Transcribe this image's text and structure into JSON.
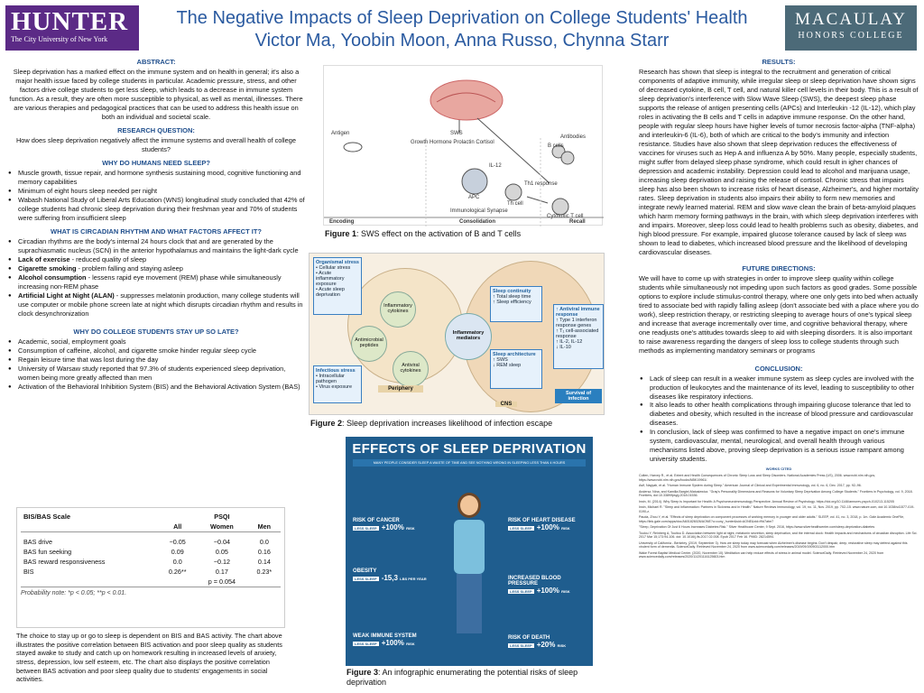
{
  "header": {
    "logo_left": "HUNTER",
    "logo_left_sub": "The City University of New York",
    "title": "The Negative Impacts of Sleep Deprivation on College Students' Health",
    "authors": "Victor Ma, Yoobin Moon, Anna Russo, Chynna Starr",
    "logo_right": "MACAULAY",
    "logo_right_sub": "HONORS COLLEGE"
  },
  "abstract": {
    "heading": "ABSTRACT:",
    "text": "Sleep deprivation has a marked effect on the immune system and on health in general; it's also a major health issue faced by college students in particular. Academic pressure, stress, and other factors drive college students to get less sleep, which leads to a decrease in immune system function. As a result, they are often more susceptible to physical, as well as mental, illnesses. There are various therapies and pedagogical practices that can be used to address this health issue on both an individual and societal scale."
  },
  "research": {
    "heading": "RESEARCH QUESTION:",
    "text": "How does sleep deprivation negatively affect the immune systems and overall health of college students?"
  },
  "why": {
    "heading": "WHY DO HUMANS NEED SLEEP?",
    "items": [
      "Muscle growth, tissue repair, and hormone synthesis sustaining mood, cognitive functioning and memory capabilities",
      "Minimum of eight hours sleep needed per night",
      "Wabash National Study of Liberal Arts Education (WNS) longitudinal study concluded that 42% of college students had chronic sleep deprivation during their freshman year and 70% of students were suffering from insufficient sleep"
    ]
  },
  "circadian": {
    "heading": "WHAT IS CIRCADIAN RHYTHM AND WHAT FACTORS AFFECT IT?",
    "items": [
      {
        "b": "",
        "t": "Circadian rhythms are the body's internal 24 hours clock that and are generated by the suprachiasmatic nucleus (SCN) in the anterior hypothalamus and maintains the light-dark cycle"
      },
      {
        "b": "Lack of exercise",
        "t": " - reduced quality of sleep"
      },
      {
        "b": "Cigarette smoking",
        "t": " - problem falling and staying asleep"
      },
      {
        "b": "Alcohol consumption",
        "t": " - lessens rapid eye movement (REM) phase while simultaneously increasing non-REM phase"
      },
      {
        "b": "Artificial Light at Night (ALAN)",
        "t": " - suppresses melatonin production, many college students will use computer or mobile phone screen late at night which disrupts circadian rhythm and results in clock desynchronization"
      }
    ]
  },
  "late": {
    "heading": "WHY DO COLLEGE STUDENTS STAY UP SO LATE?",
    "items": [
      "Academic, social, employment goals",
      "Consumption of caffeine, alcohol, and cigarette smoke hinder regular sleep cycle",
      "Regain leisure time that was lost during the day",
      "University of Warsaw study reported that 97.3% of students experienced sleep deprivation, women being more greatly affected than men",
      "Activation of the Behavioral Inhibition System (BIS) and the Behavioral Activation System (BAS)"
    ]
  },
  "table": {
    "col1": "BIS/BAS Scale",
    "group": "PSQI",
    "cols": [
      "All",
      "Women",
      "Men"
    ],
    "rows": [
      [
        "BAS drive",
        "−0.05",
        "−0.04",
        "0.0"
      ],
      [
        "BAS fun seeking",
        "0.09",
        "0.05",
        "0.16"
      ],
      [
        "BAS reward responsiveness",
        "0.0",
        "−0.12",
        "0.14"
      ],
      [
        "BIS",
        "0.26**",
        "0.17",
        "0.23*"
      ]
    ],
    "pnote": "p = 0.054",
    "note": "Probability note: *p < 0.05; **p < 0.01."
  },
  "bis_text": "The choice to stay up or go to sleep is dependent on BIS and BAS activity. The chart above illustrates the positive correlation between BIS activation and poor sleep quality as students stayed awake to study and catch up on homework resulting in increased levels of anxiety, stress, depression, low self esteem, etc. The chart also displays the positive correlation between BAS activation and poor sleep quality due to students' engagements in social activities.",
  "fig1": {
    "caption_b": "Figure 1",
    "caption": ": SWS effect on the activation of B and T cells",
    "labels": {
      "antigen": "Antigen",
      "sws": "SWS",
      "hormones": "Growth Hormone  Prolactin  Cortisol",
      "il12": "IL-12",
      "apc": "APC",
      "th": "Th cell",
      "th1": "Th1 response",
      "synapse": "Immunological Synapse",
      "antibodies": "Antibodies",
      "bcells": "B cells",
      "ctc": "Cytotoxic T cell",
      "encoding": "Encoding",
      "consolidation": "Consolidation",
      "recall": "Recall"
    }
  },
  "fig2": {
    "caption_b": "Figure 2",
    "caption": ": Sleep deprivation increases likelihood of infection escape",
    "org_title": "Organismal stress",
    "org_items": [
      "• Cellular stress",
      "• Acute inflammatory exposure",
      "• Acute sleep deprivation"
    ],
    "inf_title": "Infectious stress",
    "inf_items": [
      "• Intracellular pathogen",
      "• Virus exposure"
    ],
    "periphery": "Periphery",
    "cyto": "Inflammatory cytokines",
    "anti": "Antimicrobial peptides",
    "antiv": "Antiviral cytokines",
    "med": "Inflammatory mediators",
    "cont_title": "Sleep continuity",
    "cont_items": [
      "↑ Total sleep time",
      "↑ Sleep efficiency"
    ],
    "arch_title": "Sleep architecture",
    "arch_items": [
      "↑ SWS",
      "↓ REM sleep"
    ],
    "av_title": "↑ Antiviral immune response",
    "av_items": [
      "↑ Type 1 interferon response genes",
      "↑ T₁ cell-associated response",
      "↑ IL-2, IL-12",
      "↓ IL-10"
    ],
    "cns": "CNS",
    "survival": "Survival of infection"
  },
  "fig3": {
    "title": "EFFECTS OF SLEEP DEPRIVATION",
    "subtitle": "MANY PEOPLE CONSIDER SLEEP A WASTE OF TIME AND SEE NOTHING WRONG IN SLEEPING LESS THAN 4 HOURS",
    "tiles": [
      {
        "name": "RISK OF CANCER",
        "val": "+100%",
        "unit": "RISK"
      },
      {
        "name": "OBESITY",
        "val": "-15,3",
        "unit": "LBS PER YEAR"
      },
      {
        "name": "WEAK IMMUNE SYSTEM",
        "val": "+100%",
        "unit": "RISK"
      },
      {
        "name": "RISK OF HEART DISEASE",
        "val": "+100%",
        "unit": "RISK"
      },
      {
        "name": "INCREASED BLOOD PRESSURE",
        "val": "+100%",
        "unit": "RISK"
      },
      {
        "name": "RISK OF DEATH",
        "val": "+20%",
        "unit": "RISK"
      }
    ],
    "less": "LESS SLEEP",
    "caption_b": "Figure 3",
    "caption": ": An infographic enumerating the potential risks of sleep deprivation"
  },
  "results": {
    "heading": "RESULTS:",
    "text": "Research has shown that sleep is integral to the recruitment and generation of critical components of adaptive immunity, while irregular sleep or sleep deprivation have shown signs of decreased cytokine, B cell, T cell, and natural killer cell levels in their body. This is a result of sleep deprivation's interference with Slow Wave Sleep (SWS), the deepest sleep phase supports the release of antigen presenting cells (APCs) and Interleukin -12 (IL-12), which play roles in activating the B cells and T cells in adaptive immune response. On the other hand, people with regular sleep hours have higher levels of tumor necrosis factor-alpha (TNF-alpha) and interleukin-6 (IL-6), both of which are critical to the body's immunity and infection resistance. Studies have also shown that sleep deprivation reduces the effectiveness of vaccines for viruses such as Hep A and influenza A by 50%. Many people, especially students, might suffer from delayed sleep phase syndrome, which could result in igher chances of depression and academic instability. Depression could lead to alcohol and marijuana usage, increasing sleep deprivation and raising the release of cortisol. Chronic stress that impairs sleep has also been shown to increase risks of heart disease, Alzheimer's, and higher mortality rates. Sleep deprivation in students also impairs their ability to form new memories and integrate newly learned material. REM and slow wave clean the brain of beta-amyloid plaques which harm memory forming pathways in the brain, with which sleep deprivation interferes with and impairs. Moreover, sleep loss could lead to health problems such as obesity, diabetes, and high blood pressure. For example, impaired glucose tolerance caused by lack of sleep was shown to lead to diabetes, which increased blood pressure and the likelihood of developing cardiovascular diseases."
  },
  "future": {
    "heading": "FUTURE DIRECTIONS:",
    "text": "We will have to come up with strategies in order to improve sleep quality within college students while simultaneously not impeding upon such factors as good grades. Some possible options to explore include stimulus-control therapy, where one only gets into bed when actually tired to associate bed with rapidly falling asleep (don't associate bed with a place where you do work), sleep restriction therapy, or restricting sleeping to average hours of one's typical sleep and increase that average incrementally over time, and cognitive behavioral therapy, where one readjusts one's attitudes towards sleep to aid with sleeping disorders. It is also important to raise awareness regarding the dangers of sleep loss to college students through such methods as implementing mandatory seminars or programs"
  },
  "conclusion": {
    "heading": "CONCLUSION:",
    "items": [
      "Lack of sleep can result in a weaker immune system as sleep cycles are involved with the production of leukocytes and the maintenance of its level, leading to susceptibility to other diseases like respiratory infections.",
      "It also leads to other health complications through impairing glucose tolerance that led to diabetes and obesity, which resulted in the increase of blood pressure and cardiovascular diseases.",
      "In conclusion, lack of sleep was confirmed to have a negative impact on one's immune system, cardiovascular, mental, neurological, and overall health through various mechanisms listed above, proving sleep deprivation is a serious issue rampant among university students."
    ]
  },
  "works": {
    "heading": "WORKS CITED",
    "refs": [
      "Colten, Harvey R., et al. Extent and Health Consequences of Chronic Sleep Loss and Sleep Disorders. National Academies Press (US), 2006. www.ncbi.nlm.nih.gov, https://www.ncbi.nlm.nih.gov/books/NBK19961/.",
      "Asif, Nayyab, et al. \"Human Immune System during Sleep.\" American Journal of Clinical and Experimental Immunology, vol. 6, no. 6, Dec. 2017, pp. 92–96.",
      "Andersz, Nina, and Kamilla Bargiel-Matusiewicz. \"Gray's Personality Dimensions and Reasons for Voluntary Sleep Deprivation Among College Students.\" Frontiers in Psychology, vol. 9, 2018. Frontiers, doi:10.3389/fpsyg.2018.01536.",
      "Irwin, M. (2014). Why Sleep is Important for Health: A Psychoneuroimmunology Perspective. Annual Review of Psychology. https://doi.org/10.1146/annurev-psych-010213-115205",
      "Irwin, Michael R. \"Sleep and Inflammation: Partners in Sickness and in Health.\" Nature Reviews Immunology, vol. 19, no. 11, Nov. 2019, pp. 702–15. www.nature.com, doi:10.1038/s41577-019-0190-z.",
      "Pauda, Zhou Y, et al. \"Effects of sleep deprivation on component processes of working memory in younger and older adults.\" SLEEP, vol. 41, no. 3, 2018, p. 1m. Gale Academic OneFile, https://link.gale.com/apps/doc/A601826026/AONE?u=cuny_hunter&sid=AONE&xid=f9d7abe7",
      "\"Sleep, Deprivation Of Just 6 Hours Increases Diabetes Risk.\" Silver Healthcare Center, 9 Sept. 2016, https://www.silverhealthcenter.com/sleep-deprivation-diabetes",
      "Toulou Y, Reinberg A, Touitou D. Association between light at night, melatonin secretion, sleep deprivation, and the internal clock: Health impacts and mechanisms of circadian disruption. Life Sci. 2017 Mar 15;173:94-106. doi: 10.1016/j.lfs.2017.02.008. Epub 2017 Feb 16. PMID: 28214594.",
      "University of California - Berkeley. (2019, September 3). How we sleep today may forecast when Alzheimer's disease begins: Don't despair, deep, restorative sleep may defend against this virulent form of dementia. ScienceDaily. Retrieved November 24, 2020 from www.sciencedaily.com/releases/2019/09/190903112000.htm",
      "Wake Forest Baptist Medical Center. (2020, November 10). Meditation can help reduce effects of stress in animal model. ScienceDaily. Retrieved November 24, 2020 from www.sciencedaily.com/releases/2020/11/201116125603.htm"
    ]
  }
}
